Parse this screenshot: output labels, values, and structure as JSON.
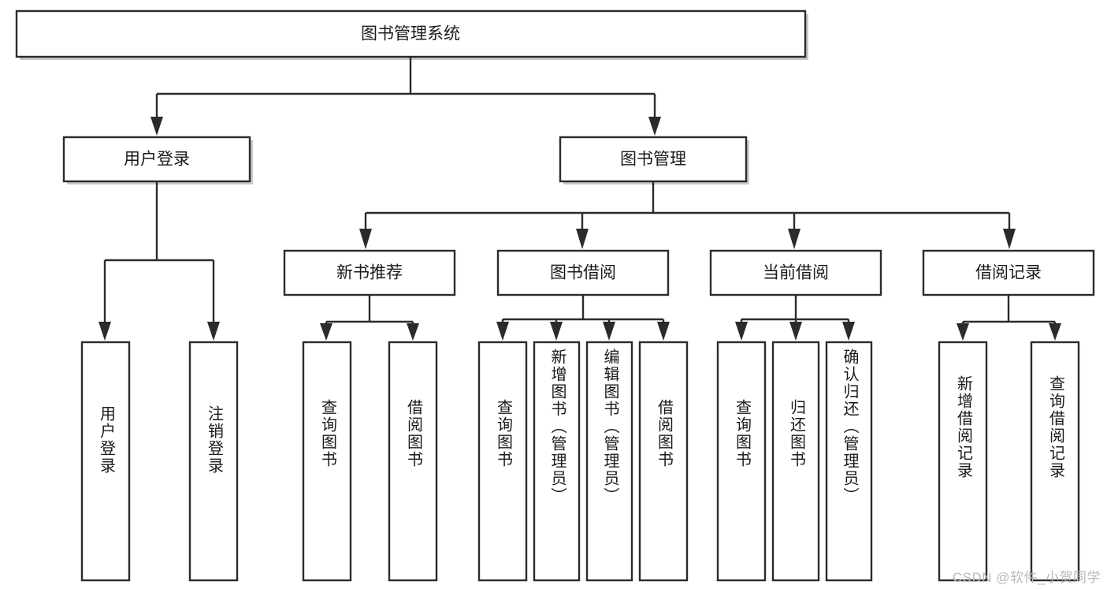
{
  "diagram": {
    "type": "hierarchy-tree",
    "title": "图书管理系统",
    "watermark": "CSDN @软件_小贺同学",
    "colors": {
      "stroke": "#2b2b2b",
      "fill": "#ffffff",
      "text": "#1a1a1a",
      "shadow": "#9a9a9a",
      "watermark": "#b8b8b8"
    },
    "levels": {
      "root": {
        "label": "图书管理系统"
      },
      "level1": [
        {
          "label": "用户登录"
        },
        {
          "label": "图书管理"
        }
      ],
      "level2": [
        {
          "label": "新书推荐"
        },
        {
          "label": "图书借阅"
        },
        {
          "label": "当前借阅"
        },
        {
          "label": "借阅记录"
        }
      ],
      "leaves": {
        "user_login": [
          {
            "label": "用户登录"
          },
          {
            "label": "注销登录"
          }
        ],
        "new_book_recommend": [
          {
            "label": "查询图书"
          },
          {
            "label": "借阅图书"
          }
        ],
        "book_borrow": [
          {
            "label": "查询图书"
          },
          {
            "label": "新增图书（管理员）"
          },
          {
            "label": "编辑图书（管理员）"
          },
          {
            "label": "借阅图书"
          }
        ],
        "current_borrow": [
          {
            "label": "查询图书"
          },
          {
            "label": "归还图书"
          },
          {
            "label": "确认归还（管理员）"
          }
        ],
        "borrow_record": [
          {
            "label": "新增借阅记录"
          },
          {
            "label": "查询借阅记录"
          }
        ]
      }
    }
  }
}
